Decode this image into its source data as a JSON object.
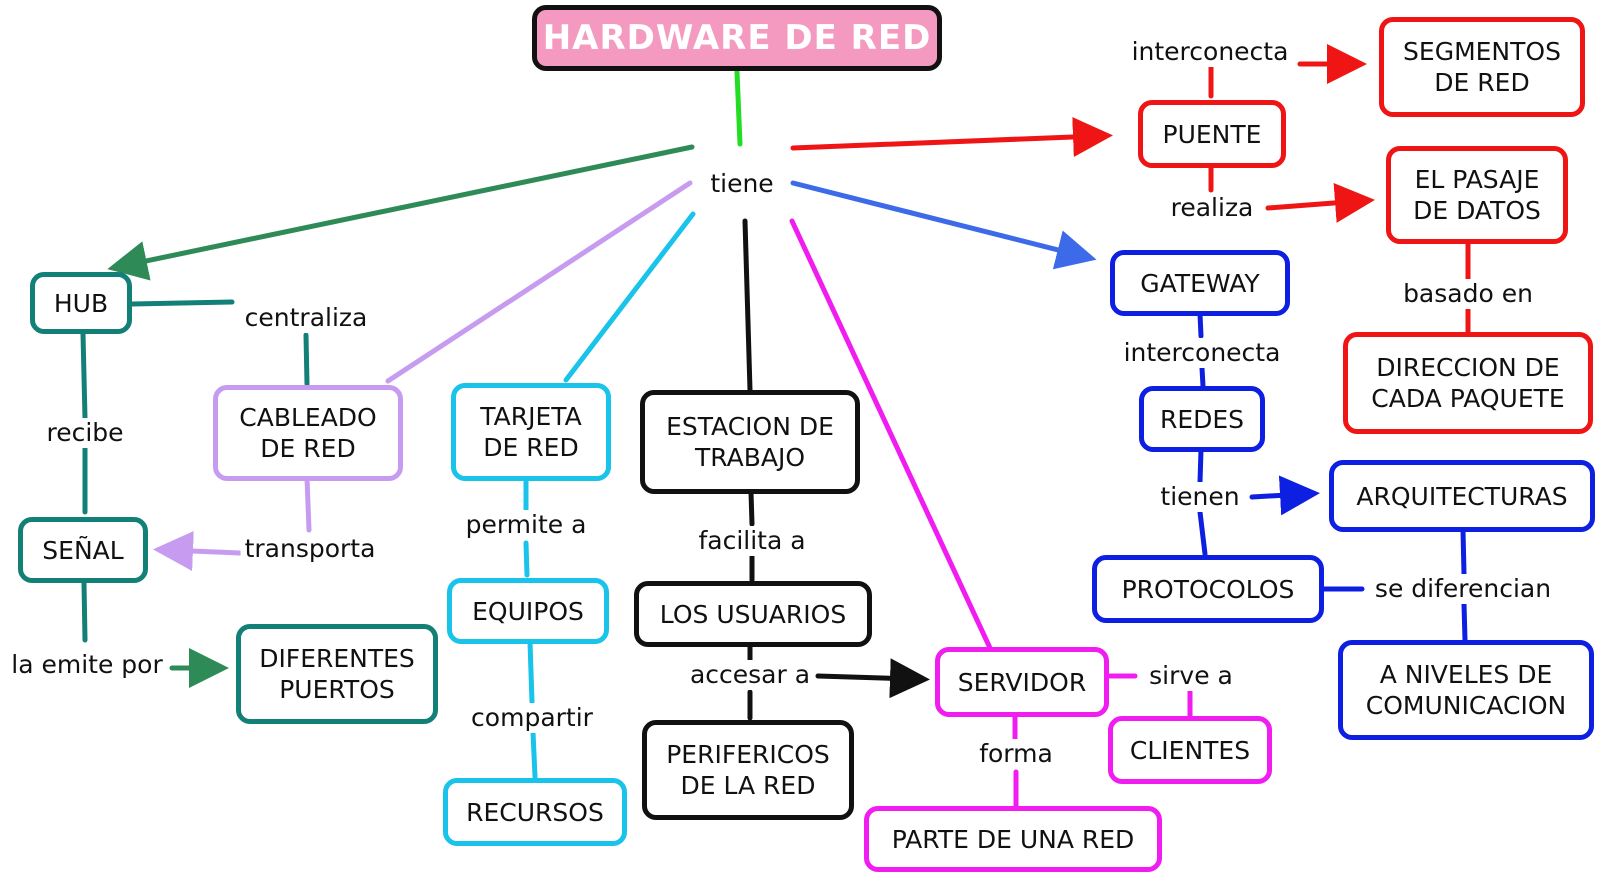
{
  "root": "HARDWARE DE RED",
  "colors": {
    "root_fill": "#f49ac1",
    "green": "#2e8b57",
    "teal": "#138077",
    "lavender": "#c79cf0",
    "cyan": "#19c3ea",
    "black": "#111111",
    "magenta": "#f01cf0",
    "blue": "#0d1fe0",
    "arrow_blue": "#3d6ae8",
    "red": "#ef1515",
    "lime": "#22dd22"
  },
  "linking_words": {
    "tiene": "tiene",
    "centraliza": "centraliza",
    "recibe": "recibe",
    "transporta": "transporta",
    "la_emite_por": "la emite por",
    "permite_a": "permite a",
    "compartir": "compartir",
    "facilita_a": "facilita a",
    "accesar_a": "accesar a",
    "sirve_a": "sirve a",
    "forma": "forma",
    "interconecta_gateway": "interconecta",
    "tienen": "tienen",
    "se_diferencian": "se diferencian",
    "interconecta_puente": "interconecta",
    "realiza": "realiza",
    "basado_en": "basado en"
  },
  "concepts": {
    "hub": "HUB",
    "senal": "SEÑAL",
    "diferentes_puertos": "DIFERENTES\nPUERTOS",
    "cableado": "CABLEADO\nDE RED",
    "tarjeta": "TARJETA\nDE RED",
    "equipos": "EQUIPOS",
    "recursos": "RECURSOS",
    "estacion": "ESTACION DE\nTRABAJO",
    "usuarios": "LOS USUARIOS",
    "perifericos": "PERIFERICOS\nDE LA RED",
    "servidor": "SERVIDOR",
    "clientes": "CLIENTES",
    "parte_red": "PARTE DE UNA RED",
    "gateway": "GATEWAY",
    "redes": "REDES",
    "protocolos": "PROTOCOLOS",
    "arquitecturas": "ARQUITECTURAS",
    "niveles": "A NIVELES DE\nCOMUNICACION",
    "puente": "PUENTE",
    "segmentos": "SEGMENTOS\nDE RED",
    "pasaje": "EL PASAJE\nDE DATOS",
    "direccion": "DIRECCION DE\nCADA PAQUETE"
  }
}
